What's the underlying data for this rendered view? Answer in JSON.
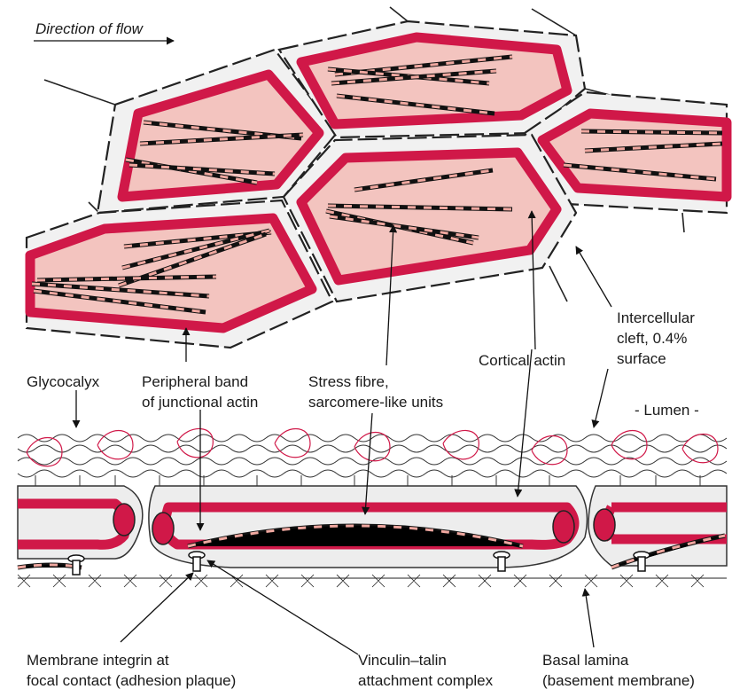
{
  "labels": {
    "direction_of_flow": "Direction of flow",
    "intercellular_cleft_1": "Intercellular",
    "intercellular_cleft_2": "cleft, 0.4%",
    "intercellular_cleft_3": "surface",
    "cortical_actin": "Cortical actin",
    "glycocalyx": "Glycocalyx",
    "peripheral_band_1": "Peripheral band",
    "peripheral_band_2": "of junctional actin",
    "stress_fibre_1": "Stress fibre,",
    "stress_fibre_2": "sarcomere-like units",
    "lumen": "- Lumen -",
    "membrane_integrin_1": "Membrane integrin at",
    "membrane_integrin_2": "focal contact (adhesion plaque)",
    "vinculin_talin_1": "Vinculin–talin",
    "vinculin_talin_2": "attachment complex",
    "basal_lamina_1": "Basal lamina",
    "basal_lamina_2": "(basement membrane)"
  },
  "colors": {
    "junctional_actin": "#d01848",
    "cytoplasm": "#f3c4bf",
    "stress_fibre_dark": "#111111",
    "stress_fibre_light": "#f0a8a0",
    "intercellular_space": "#f1f1f1"
  }
}
